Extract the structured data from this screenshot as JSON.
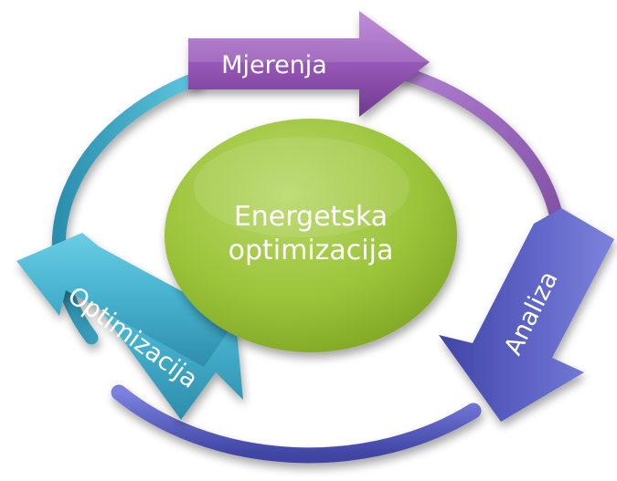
{
  "diagram": {
    "center": {
      "line1": "Energetska",
      "line2": "optimizacija",
      "color": "#9cc43a"
    },
    "steps": [
      {
        "label": "Mjerenja",
        "color": "#9a57b8"
      },
      {
        "label": "Analiza",
        "color": "#5b62c2"
      },
      {
        "label": "Optimizacija",
        "color": "#45b0cd"
      }
    ],
    "ring_colors": {
      "top_right": "#9a5fb6",
      "bottom": "#5c5fc4",
      "left": "#3fb0c9"
    }
  }
}
